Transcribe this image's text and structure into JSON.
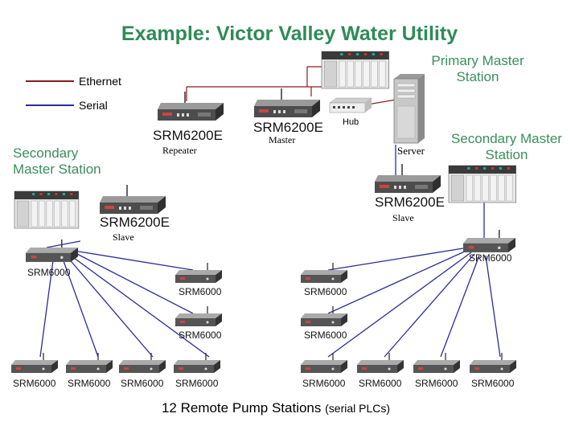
{
  "title": "Example: Victor Valley Water Utility",
  "legend": {
    "ethernet": "Ethernet",
    "serial": "Serial"
  },
  "colors": {
    "title": "#2e8b57",
    "label_green": "#3a8f5a",
    "ethernet": "#8b1a1a",
    "serial": "#2b2b9a"
  },
  "stations": {
    "primary": "Primary Master Station",
    "secondary_left": "Secondary Master Station",
    "secondary_right": "Secondary Master Station"
  },
  "nodes": {
    "repeater": {
      "model": "SRM6200E",
      "role": "Repeater"
    },
    "master": {
      "model": "SRM6200E",
      "role": "Master"
    },
    "hub": "Hub",
    "server": "Server",
    "slave_right": {
      "model": "SRM6200E",
      "role": "Slave"
    },
    "slave_left": {
      "model": "SRM6200E",
      "role": "Slave"
    }
  },
  "hub_radios": {
    "left": "SRM6000",
    "right": "SRM6000"
  },
  "remote_radio_label": "SRM6000",
  "footer": {
    "main": "12 Remote Pump Stations",
    "note": "(serial PLCs)"
  }
}
